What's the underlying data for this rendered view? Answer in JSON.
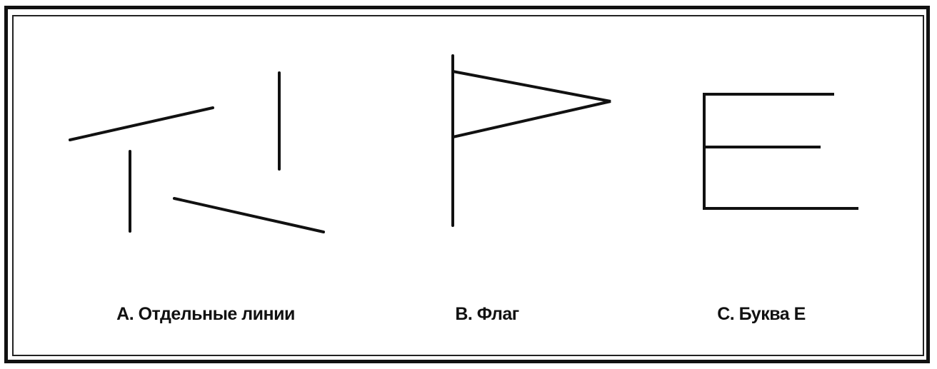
{
  "figure": {
    "panels": [
      {
        "id": "A",
        "caption": "А. Отдельные линии",
        "shape": "separate-lines"
      },
      {
        "id": "B",
        "caption": "В. Флаг",
        "shape": "flag"
      },
      {
        "id": "C",
        "caption": "С. Буква Е",
        "shape": "letter-e"
      }
    ],
    "stroke_color": "#111111",
    "background_color": "#ffffff"
  }
}
